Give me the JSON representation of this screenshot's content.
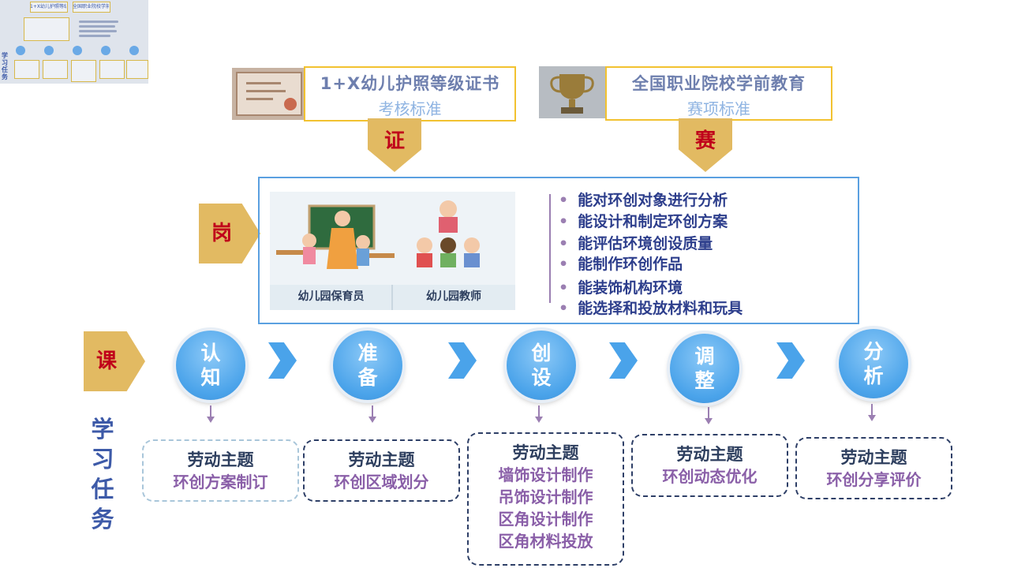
{
  "thumbnail": {
    "title_left": "1+X幼儿护照等级证书",
    "title_right": "全国职业院校学前教育",
    "side_label": "学习任务"
  },
  "standards": [
    {
      "title": "1+X幼儿护照等级证书",
      "subtitle": "考核标准",
      "tag": "证"
    },
    {
      "title": "全国职业院校学前教育",
      "subtitle": "赛项标准",
      "tag": "赛"
    }
  ],
  "post": {
    "tag": "岗",
    "roles": [
      "幼儿园保育员",
      "幼儿园教师"
    ],
    "skills": [
      "能对环创对象进行分析",
      "能设计和制定环创方案",
      "能评估环境创设质量",
      "能制作环创作品",
      "能装饰机构环境",
      "能选择和投放材料和玩具"
    ]
  },
  "course": {
    "tag": "课",
    "steps": [
      {
        "line1": "认",
        "line2": "知",
        "task_title": "劳动主题",
        "task_items": [
          "环创方案制订"
        ]
      },
      {
        "line1": "准",
        "line2": "备",
        "task_title": "劳动主题",
        "task_items": [
          "环创区域划分"
        ]
      },
      {
        "line1": "创",
        "line2": "设",
        "task_title": "劳动主题",
        "task_items": [
          "墙饰设计制作",
          "吊饰设计制作",
          "区角设计制作",
          "区角材料投放"
        ]
      },
      {
        "line1": "调",
        "line2": "整",
        "task_title": "劳动主题",
        "task_items": [
          "环创动态优化"
        ]
      },
      {
        "line1": "分",
        "line2": "析",
        "task_title": "劳动主题",
        "task_items": [
          "环创分享评价"
        ]
      }
    ]
  },
  "side_label": [
    "学",
    "习",
    "任",
    "务"
  ],
  "colors": {
    "accent_blue": "#4aa3ea",
    "tag_gold": "#e2ba62",
    "tag_text_red": "#c0001a",
    "skill_text": "#2d3e8c",
    "task_purple": "#8a5fa8",
    "border_yellow": "#f2c230"
  }
}
